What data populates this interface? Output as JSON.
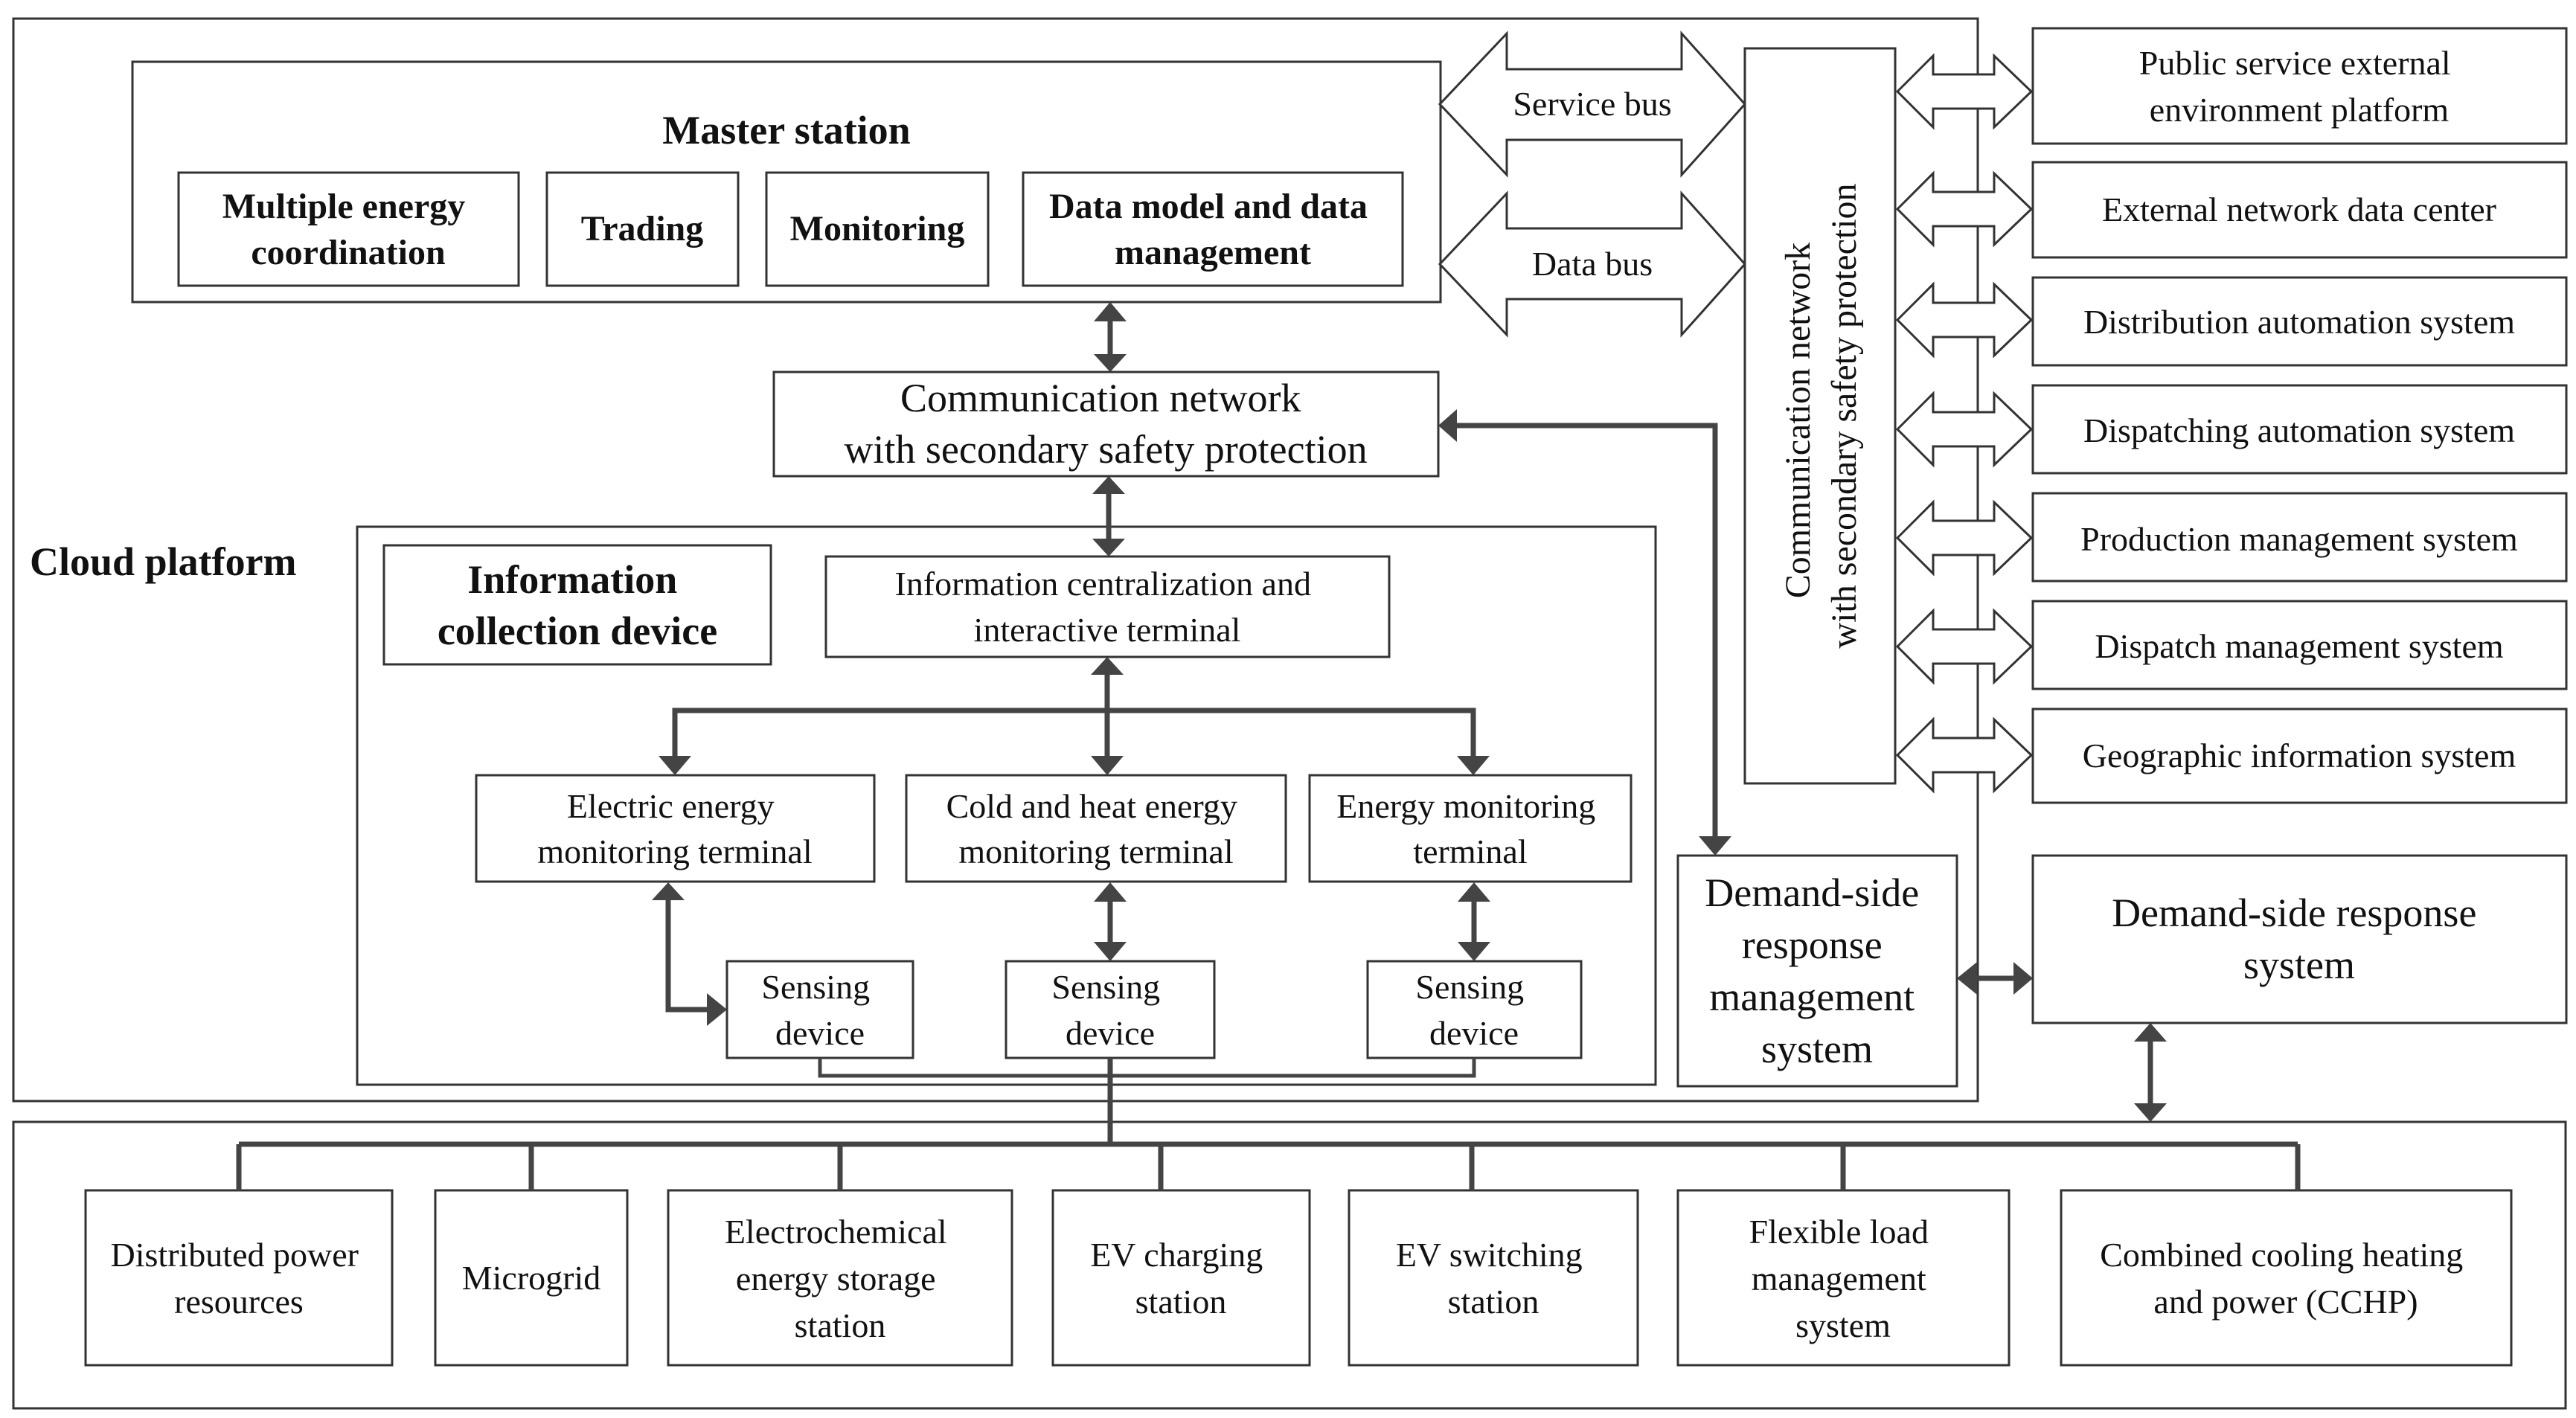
{
  "cloud_platform_label": "Cloud platform",
  "master_station": {
    "title": "Master station",
    "modules": [
      [
        "Multiple energy",
        "coordination"
      ],
      [
        "Trading"
      ],
      [
        "Monitoring"
      ],
      [
        "Data model and data",
        "management"
      ]
    ]
  },
  "buses": {
    "service": "Service bus",
    "data": "Data bus"
  },
  "comm_network_center": [
    "Communication network",
    "with secondary safety protection"
  ],
  "comm_network_vertical": [
    "Communication network",
    "with secondary safety protection"
  ],
  "external_systems": [
    [
      "Public service external",
      "environment platform"
    ],
    [
      "External network data center"
    ],
    [
      "Distribution automation system"
    ],
    [
      "Dispatching automation system"
    ],
    [
      "Production management system"
    ],
    [
      "Dispatch management system"
    ],
    [
      "Geographic information system"
    ]
  ],
  "info_collection": {
    "title": [
      "Information",
      "collection device"
    ],
    "centralization_terminal": [
      "Information centralization and",
      "interactive terminal"
    ],
    "terminals": [
      [
        "Electric energy",
        "monitoring terminal"
      ],
      [
        "Cold and heat energy",
        "monitoring terminal"
      ],
      [
        "Energy monitoring",
        "terminal"
      ]
    ],
    "sensing": [
      [
        "Sensing",
        "device"
      ],
      [
        "Sensing",
        "device"
      ],
      [
        "Sensing",
        "device"
      ]
    ]
  },
  "demand_side_management": [
    "Demand-side",
    "response",
    "management",
    "system"
  ],
  "demand_side_system": [
    "Demand-side response",
    "system"
  ],
  "resources": [
    [
      "Distributed power",
      "resources"
    ],
    [
      "Microgrid"
    ],
    [
      "Electrochemical",
      "energy storage",
      "station"
    ],
    [
      "EV charging",
      "station"
    ],
    [
      "EV switching",
      "station"
    ],
    [
      "Flexible load",
      "management",
      "system"
    ],
    [
      "Combined cooling heating",
      "and power (CCHP)"
    ]
  ]
}
